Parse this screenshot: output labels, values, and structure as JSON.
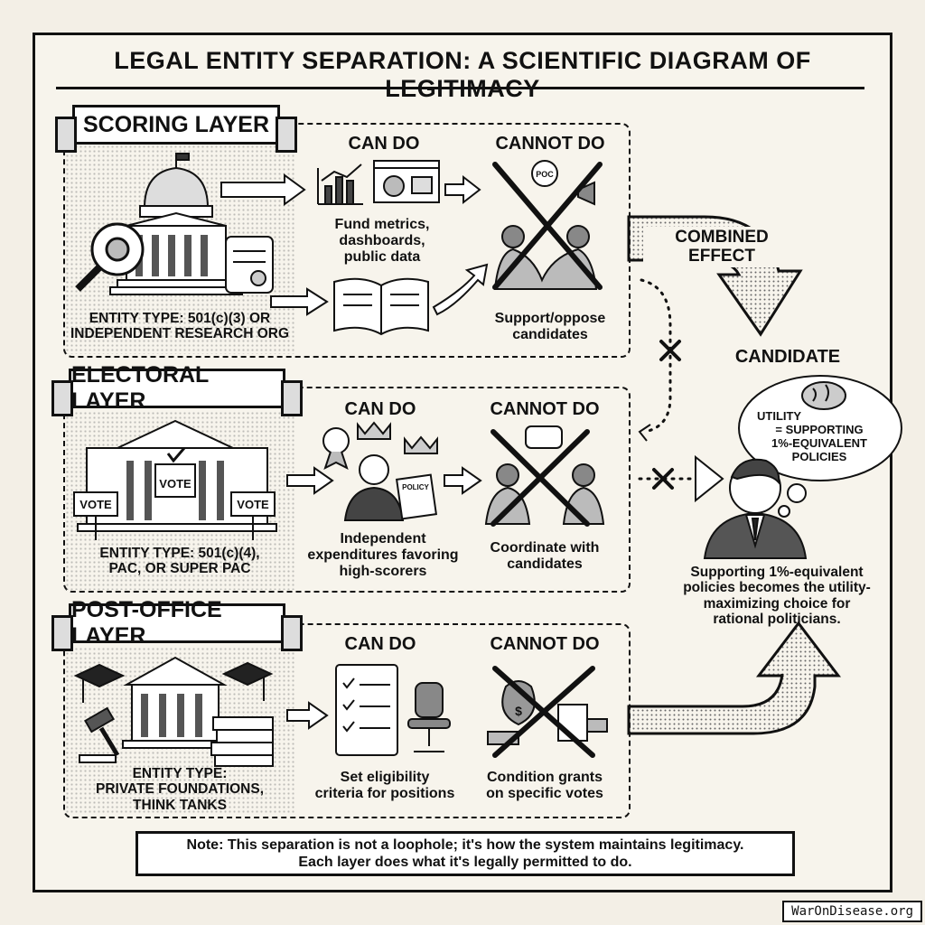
{
  "title": "LEGAL ENTITY SEPARATION: A SCIENTIFIC DIAGRAM OF LEGITIMACY",
  "layers": {
    "scoring": {
      "name": "SCORING LAYER",
      "entity_line1": "ENTITY TYPE: 501(c)(3) OR",
      "entity_line2": "INDEPENDENT RESEARCH ORG",
      "can_do_heading": "CAN DO",
      "can_do_line1": "Fund metrics,",
      "can_do_line2": "dashboards,",
      "can_do_line3": "public data",
      "cannot_do_heading": "CANNOT DO",
      "cannot_do_line1": "Support/oppose",
      "cannot_do_line2": "candidates",
      "badge_text": "POC"
    },
    "electoral": {
      "name": "ELECTORAL LAYER",
      "entity_line1": "ENTITY TYPE: 501(c)(4),",
      "entity_line2": "PAC, OR SUPER PAC",
      "can_do_heading": "CAN DO",
      "can_do_line1": "Independent",
      "can_do_line2": "expenditures favoring",
      "can_do_line3": "high-scorers",
      "cannot_do_heading": "CANNOT DO",
      "cannot_do_line1": "Coordinate with",
      "cannot_do_line2": "candidates",
      "vote_sign": "VOTE",
      "policy_doc": "POLICY"
    },
    "post_office": {
      "name": "POST-OFFICE LAYER",
      "entity_line1": "ENTITY TYPE:",
      "entity_line2": "PRIVATE FOUNDATIONS,",
      "entity_line3": "THINK TANKS",
      "can_do_heading": "CAN DO",
      "can_do_line1": "Set eligibility",
      "can_do_line2": "criteria for positions",
      "cannot_do_heading": "CANNOT DO",
      "cannot_do_line1": "Condition grants",
      "cannot_do_line2": "on specific votes"
    }
  },
  "combined_effect": "COMBINED EFFECT",
  "candidate": {
    "label": "CANDIDATE",
    "thought_line1": "UTILITY",
    "thought_line2": "= SUPPORTING",
    "thought_line3": "1%-EQUIVALENT",
    "thought_line4": "POLICIES",
    "caption_line1": "Supporting 1%-equivalent",
    "caption_line2": "policies becomes the utility-",
    "caption_line3": "maximizing choice for",
    "caption_line4": "rational politicians."
  },
  "note_line1": "Note: This separation is not a loophole; it's how the system maintains legitimacy.",
  "note_line2": "Each layer does what it's legally permitted to do.",
  "footer": "WarOnDisease.org"
}
